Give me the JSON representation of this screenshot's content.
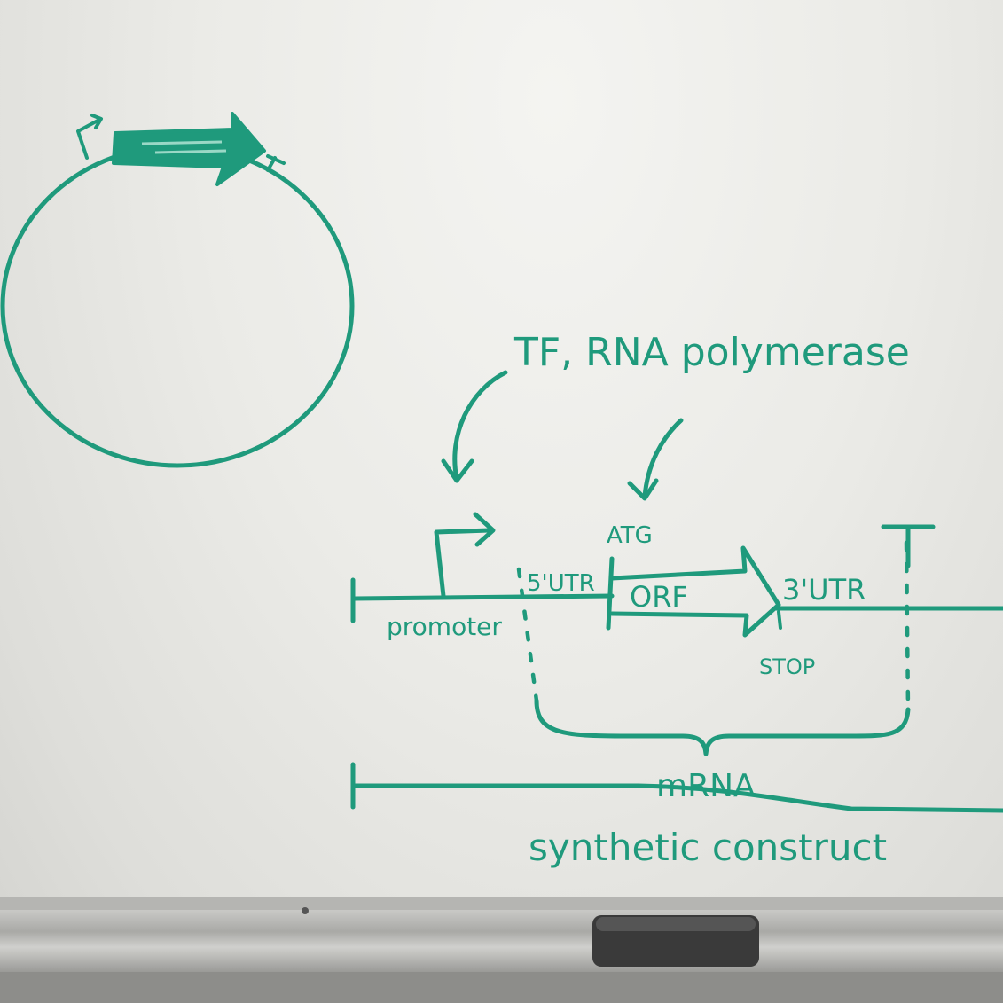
{
  "diagram": {
    "title_label": "TF, RNA polymerase",
    "labels": {
      "promoter": "promoter",
      "utr5": "5'UTR",
      "start_codon": "ATG",
      "orf": "ORF",
      "utr3": "3'UTR",
      "stop": "STOP",
      "transcript": "mRNA",
      "construct": "synthetic construct"
    }
  },
  "colors": {
    "ink": "#1f9a7c",
    "board": "#ebebe7",
    "tray": "#b8b8b4",
    "eraser": "#3a3a3a"
  }
}
